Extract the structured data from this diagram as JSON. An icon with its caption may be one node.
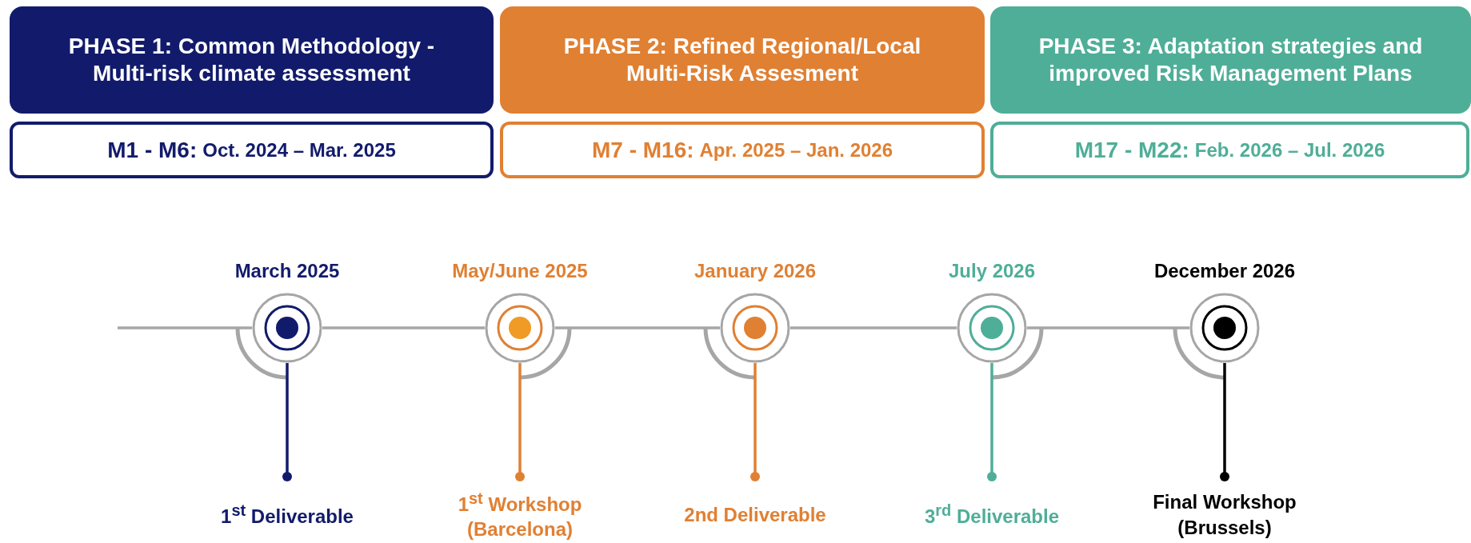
{
  "diagram": {
    "nodes": [
      {
        "text": [
          "PHASE 1: Common Methodology - Multi-risk climate assessment"
        ]
      },
      {
        "text": [
          "PHASE 2: Refined Regional/Local Multi-Risk Assesment"
        ]
      },
      {
        "text": [
          "PHASE 3: Adaptation strategies and improved Risk Management Plans"
        ]
      },
      {
        "text": [
          "M1 - M6:",
          "Oct. 2024 – Mar. 2025"
        ]
      },
      {
        "text": [
          "M7 - M16:",
          "Apr. 2025 – Jan. 2026"
        ]
      },
      {
        "text": [
          "M17 - M22:",
          "Feb. 2026 – Jul. 2026"
        ]
      },
      {
        "text": [],
        "shape": "circle",
        "beside": [
          "March 2025"
        ]
      },
      {
        "text": [],
        "shape": "circle",
        "beside": [
          "May/June 2025"
        ]
      },
      {
        "text": [],
        "shape": "circle",
        "beside": [
          "January 2026"
        ]
      },
      {
        "text": [],
        "shape": "circle",
        "beside": [
          "July 2026"
        ]
      },
      {
        "text": [],
        "shape": "circle",
        "beside": [
          "December 2026"
        ]
      },
      {
        "text": [
          "1$^{st}$ Deliverable"
        ]
      },
      {
        "text": [
          "1$^{st}$ Workshop (Barcelona)"
        ]
      },
      {
        "text": [
          "2nd Deliverable"
        ]
      },
      {
        "text": [
          "3$^{rd}$ Deliverable"
        ]
      },
      {
        "text": [
          "Final Workshop (Brussels)"
        ]
      }
    ],
    "edges": [
      {
        "from": null,
        "to": 6,
        "arrow": "none"
      },
      {
        "from": 6,
        "to": 7,
        "arrow": "none"
      },
      {
        "from": 7,
        "to": 8,
        "arrow": "none"
      },
      {
        "from": 8,
        "to": 9,
        "arrow": "none"
      },
      {
        "from": 9,
        "to": 10,
        "arrow": "none"
      },
      {
        "from": 6,
        "to": 11,
        "arrow": "other",
        "color": "#121b6b"
      },
      {
        "from": 7,
        "to": 12,
        "arrow": "other",
        "color": "#e08033"
      },
      {
        "from": 8,
        "to": 13,
        "arrow": "other",
        "color": "#e08033"
      },
      {
        "from": 9,
        "to": 14,
        "arrow": "other",
        "color": "#4fae98"
      },
      {
        "from": 10,
        "to": 15,
        "arrow": "other",
        "color": "#000000"
      }
    ]
  }
}
